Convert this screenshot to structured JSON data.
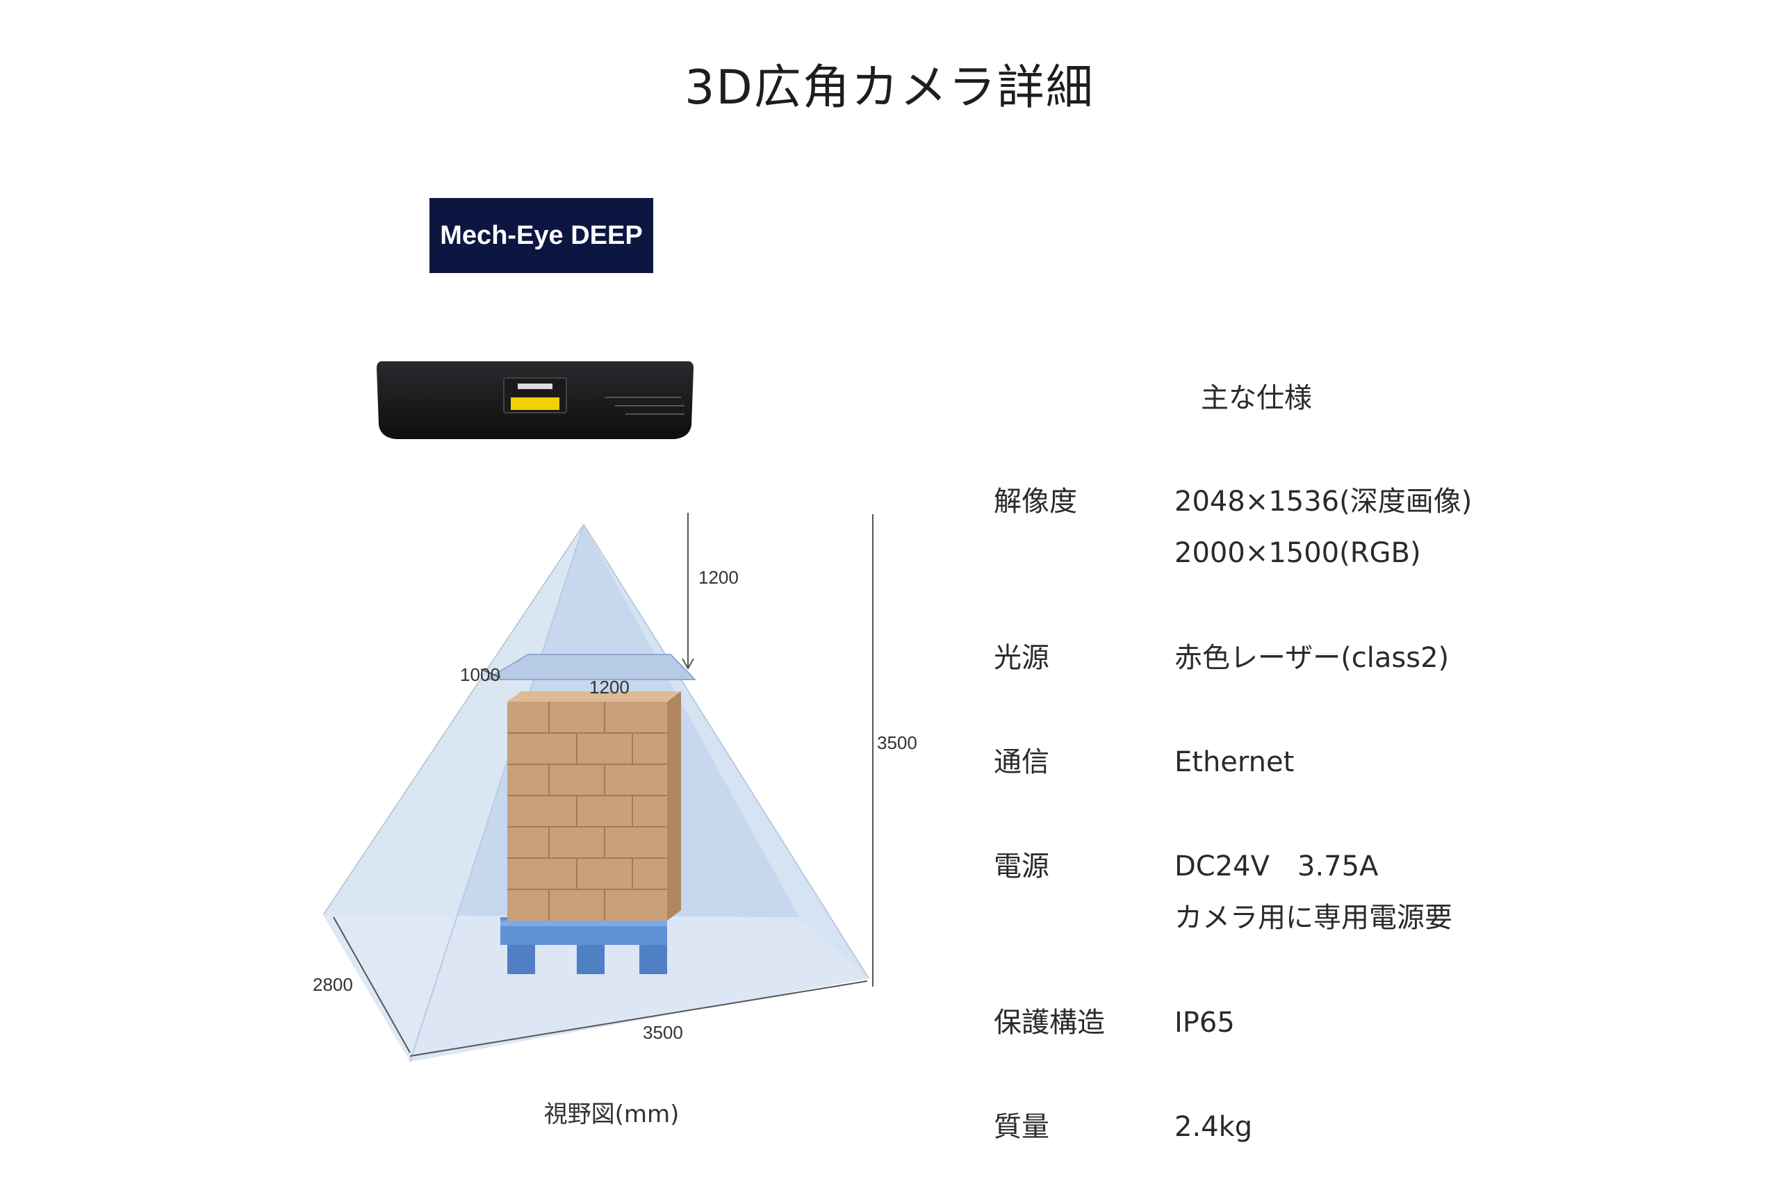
{
  "title": "3D広角カメラ詳細",
  "brand_label": "Mech-Eye DEEP",
  "fov": {
    "caption": "視野図(mm)",
    "dims": {
      "near_distance": "1200",
      "near_depth": "1000",
      "near_width": "1200",
      "far_height": "3500",
      "far_depth": "2800",
      "far_width": "3500"
    }
  },
  "specs": {
    "heading": "主な仕様",
    "rows": [
      {
        "label": "解像度",
        "lines": [
          "2048×1536(深度画像)",
          "2000×1500(RGB)"
        ]
      },
      {
        "label": "光源",
        "lines": [
          "赤色レーザー(class2)"
        ]
      },
      {
        "label": "通信",
        "lines": [
          "Ethernet"
        ]
      },
      {
        "label": "電源",
        "lines": [
          "DC24V　3.75A",
          "カメラ用に専用電源要"
        ]
      },
      {
        "label": "保護構造",
        "lines": [
          "IP65"
        ]
      },
      {
        "label": "質量",
        "lines": [
          "2.4kg"
        ]
      }
    ]
  },
  "colors": {
    "brand_bg": "#0c1640",
    "fov_fill": "#c9d9ee",
    "box": "#c9a07a",
    "pallet": "#5f93d6"
  }
}
